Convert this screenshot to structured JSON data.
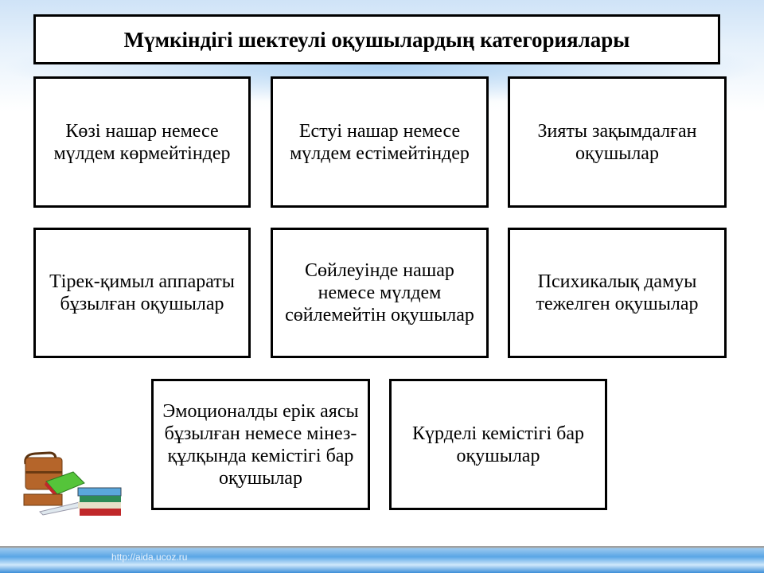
{
  "title": "Мүмкіндігі шектеулі оқушылардың категориялары",
  "categories": [
    "Көзі нашар немесе мүлдем көрмейтіндер",
    "Естуі нашар немесе мүлдем естімейтіндер",
    "Зияты зақымдалған оқушылар",
    "Тірек-қимыл аппараты бұзылған оқушылар",
    "Сөйлеуінде нашар немесе мүлдем сөйлемейтін оқушылар",
    "Психикалық дамуы тежелген оқушылар",
    "Эмоционалды ерік аясы бұзылған немесе мінез-құлқында кемістігі бар оқушылар",
    "Күрделі кемістігі бар оқушылар"
  ],
  "footer_url": "http://aida.ucoz.ru"
}
